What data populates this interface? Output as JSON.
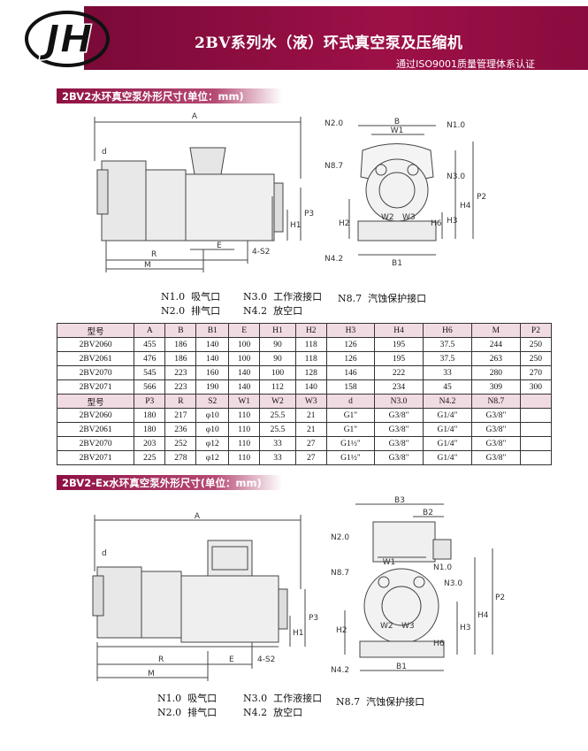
{
  "header": {
    "logo_text": "JH",
    "title": "2BV系列水（液）环式真空泵及压缩机",
    "subtitle": "通过ISO9001质量管理体系认证"
  },
  "section1": {
    "title": "2BV2水环真空泵外形尺寸(单位：mm)",
    "dim_labels": [
      "A",
      "d",
      "R",
      "M",
      "E",
      "4-S2",
      "P3",
      "H1",
      "B",
      "W1",
      "N2.0",
      "N1.0",
      "N8.7",
      "N3.0",
      "H2",
      "W2",
      "W3",
      "H6",
      "H3",
      "H4",
      "P2",
      "B1",
      "N4.2"
    ],
    "legend": [
      {
        "code": "N1.0",
        "name": "吸气口"
      },
      {
        "code": "N2.0",
        "name": "排气口"
      },
      {
        "code": "N3.0",
        "name": "工作液接口"
      },
      {
        "code": "N4.2",
        "name": "放空口"
      },
      {
        "code": "N8.7",
        "name": "汽蚀保护接口"
      }
    ]
  },
  "table": {
    "header1": [
      "型号",
      "A",
      "B",
      "B1",
      "E",
      "H1",
      "H2",
      "H3",
      "H4",
      "H6",
      "M",
      "P2"
    ],
    "rows1": [
      [
        "2BV2060",
        "455",
        "186",
        "140",
        "100",
        "90",
        "118",
        "126",
        "195",
        "37.5",
        "244",
        "250"
      ],
      [
        "2BV2061",
        "476",
        "186",
        "140",
        "100",
        "90",
        "118",
        "126",
        "195",
        "37.5",
        "263",
        "250"
      ],
      [
        "2BV2070",
        "545",
        "223",
        "160",
        "140",
        "100",
        "128",
        "146",
        "222",
        "33",
        "280",
        "270"
      ],
      [
        "2BV2071",
        "566",
        "223",
        "190",
        "140",
        "112",
        "140",
        "158",
        "234",
        "45",
        "309",
        "300"
      ]
    ],
    "header2": [
      "型号",
      "P3",
      "R",
      "S2",
      "W1",
      "W2",
      "W3",
      "d",
      "N3.0",
      "N4.2",
      "N8.7",
      ""
    ],
    "rows2": [
      [
        "2BV2060",
        "180",
        "217",
        "φ10",
        "110",
        "25.5",
        "21",
        "G1\"",
        "G3/8\"",
        "G1/4\"",
        "G3/8\"",
        ""
      ],
      [
        "2BV2061",
        "180",
        "236",
        "φ10",
        "110",
        "25.5",
        "21",
        "G1\"",
        "G3/8\"",
        "G1/4\"",
        "G3/8\"",
        ""
      ],
      [
        "2BV2070",
        "203",
        "252",
        "φ12",
        "110",
        "33",
        "27",
        "G1½\"",
        "G3/8\"",
        "G1/4\"",
        "G3/8\"",
        ""
      ],
      [
        "2BV2071",
        "225",
        "278",
        "φ12",
        "110",
        "33",
        "27",
        "G1½\"",
        "G3/8\"",
        "G1/4\"",
        "G3/8\"",
        ""
      ]
    ]
  },
  "section2": {
    "title": "2BV2-Ex水环真空泵外形尺寸(单位：mm)",
    "dim_labels": [
      "A",
      "d",
      "R",
      "M",
      "E",
      "4-S2",
      "P3",
      "H1",
      "B3",
      "B2",
      "N2.0",
      "W1",
      "N1.0",
      "N8.7",
      "N3.0",
      "H2",
      "W2",
      "W3",
      "H6",
      "H3",
      "H4",
      "P2",
      "B1",
      "N4.2"
    ],
    "legend": [
      {
        "code": "N1.0",
        "name": "吸气口"
      },
      {
        "code": "N2.0",
        "name": "排气口"
      },
      {
        "code": "N3.0",
        "name": "工作液接口"
      },
      {
        "code": "N4.2",
        "name": "放空口"
      },
      {
        "code": "N8.7",
        "name": "汽蚀保护接口"
      }
    ]
  },
  "colors": {
    "brand": "#8e0f42",
    "table_header": "#f1dbe3"
  }
}
